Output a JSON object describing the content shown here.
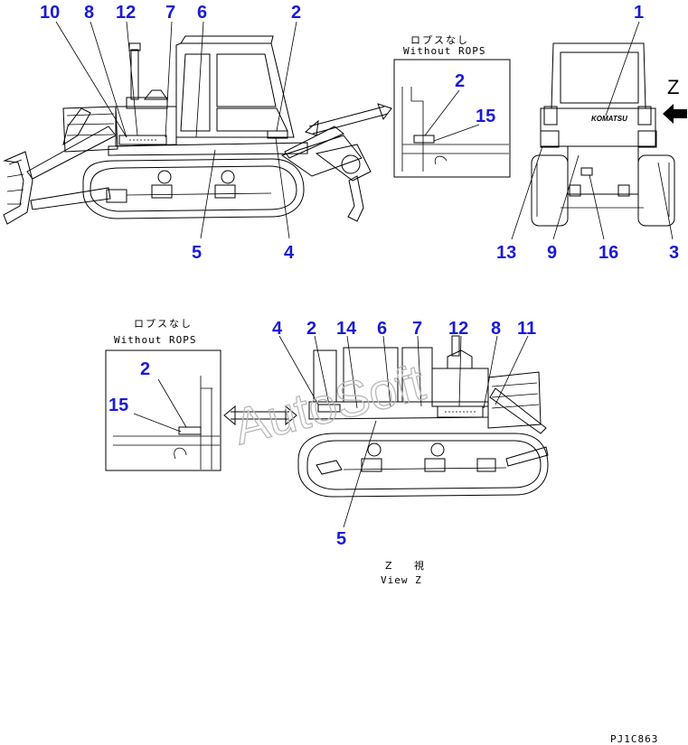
{
  "labels": {
    "without_rops_jp": "ロプスなし",
    "without_rops_en": "Without ROPS",
    "view_z_jp_z": "Z",
    "view_z_jp_kanji": "視",
    "view_z_en": "View Z",
    "view_arrow_letter": "Z",
    "drawing_code": "PJ1C863",
    "watermark": "AutoSoft",
    "logo": "KOMATSU"
  },
  "callouts": {
    "side_view": [
      "10",
      "8",
      "12",
      "7",
      "6",
      "2",
      "5",
      "4"
    ],
    "inset_top": [
      "2",
      "15"
    ],
    "rear_view": [
      "1",
      "13",
      "9",
      "16",
      "3"
    ],
    "inset_bottom": [
      "2",
      "15"
    ],
    "bottom_view": [
      "4",
      "2",
      "14",
      "6",
      "7",
      "12",
      "8",
      "11",
      "5"
    ]
  },
  "colors": {
    "callout": "#1a1ad6",
    "lines": "#000000",
    "watermark": "#b8b8b8"
  }
}
